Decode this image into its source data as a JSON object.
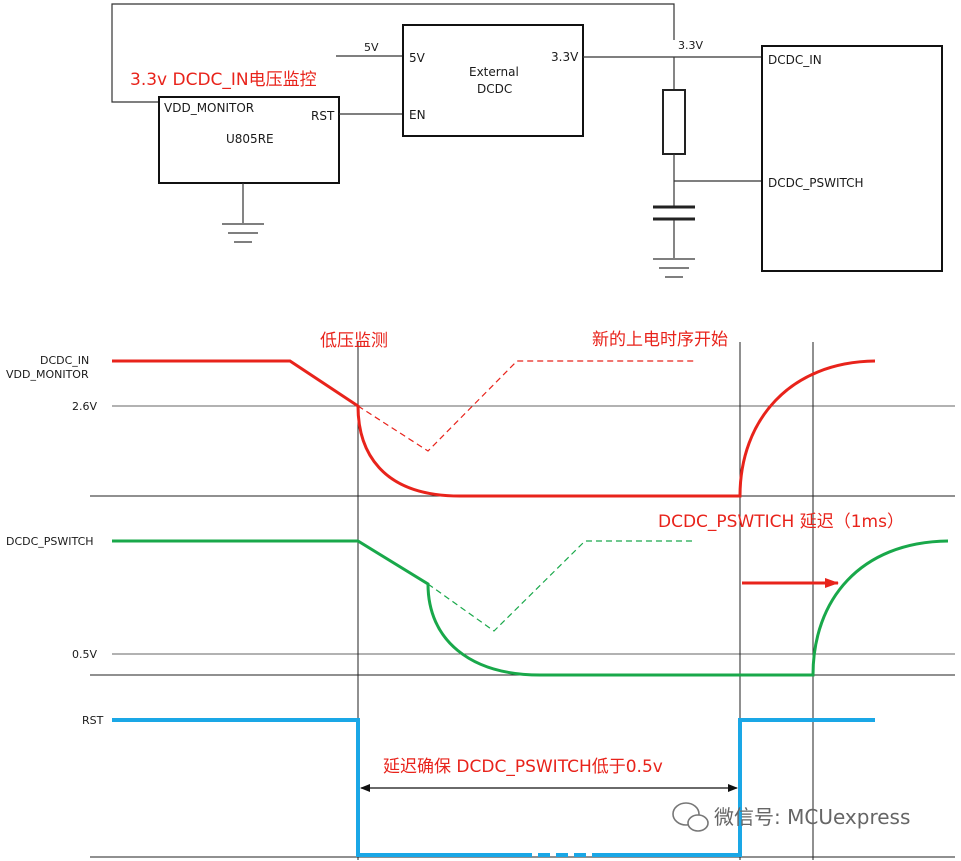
{
  "schematic": {
    "monitor_note": "3.3v DCDC_IN电压监控",
    "u805": {
      "pin_vdd": "VDD_MONITOR",
      "pin_rst": "RST",
      "name": "U805RE"
    },
    "dcdc": {
      "pin_5v": "5V",
      "pin_en": "EN",
      "pin_out": "3.3V",
      "name_line1": "External",
      "name_line2": "DCDC"
    },
    "input_5v": "5V",
    "rail_33": "3.3V",
    "load": {
      "pin_in": "DCDC_IN",
      "pin_pswitch": "DCDC_PSWITCH"
    }
  },
  "timing": {
    "sig1_label_line1": "DCDC_IN",
    "sig1_label_line2": "VDD_MONITOR",
    "level_26": "2.6V",
    "sig2_label": "DCDC_PSWITCH",
    "level_05": "0.5V",
    "sig3_label": "RST",
    "note_low_voltage": "低压监测",
    "note_new_powerup": "新的上电时序开始",
    "note_pswitch_delay": "DCDC_PSWTICH 延迟（1ms）",
    "note_delay_ensure": "延迟确保 DCDC_PSWITCH低于0.5v"
  },
  "watermark": "微信号: MCUexpress",
  "colors": {
    "red": "#e8231b",
    "green": "#19a84a",
    "blue": "#1aa7e6",
    "grid": "#555555"
  }
}
